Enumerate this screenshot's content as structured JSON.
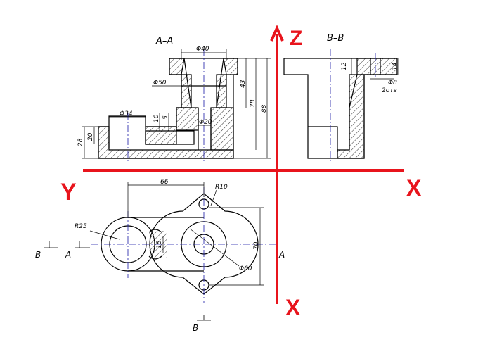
{
  "section_labels": {
    "aa": "A–A",
    "bb": "B–B",
    "a_left": "A",
    "a_right": "A",
    "b_left": "B",
    "b_bottom": "B"
  },
  "axis_labels": {
    "z": "Z",
    "y": "Y",
    "x_right": "X",
    "x_bottom": "X",
    "color": "#e8141c"
  },
  "dimensions": {
    "d40": "Φ40",
    "d50": "Φ50",
    "d34": "Φ34",
    "d20": "Φ20",
    "d10": "10",
    "d5": "5",
    "d20v": "20",
    "d28": "28",
    "d43": "43",
    "d78": "78",
    "d88": "88",
    "d12": "12",
    "d14": "14",
    "d8": "Φ8",
    "holes": "2отв",
    "d66": "66",
    "r10": "R10",
    "r25": "R25",
    "d15": "15",
    "d70": "70",
    "d60": "Φ60"
  },
  "colors": {
    "line": "#000000",
    "centerline": "#1a1aa6",
    "hatch": "#000000"
  }
}
